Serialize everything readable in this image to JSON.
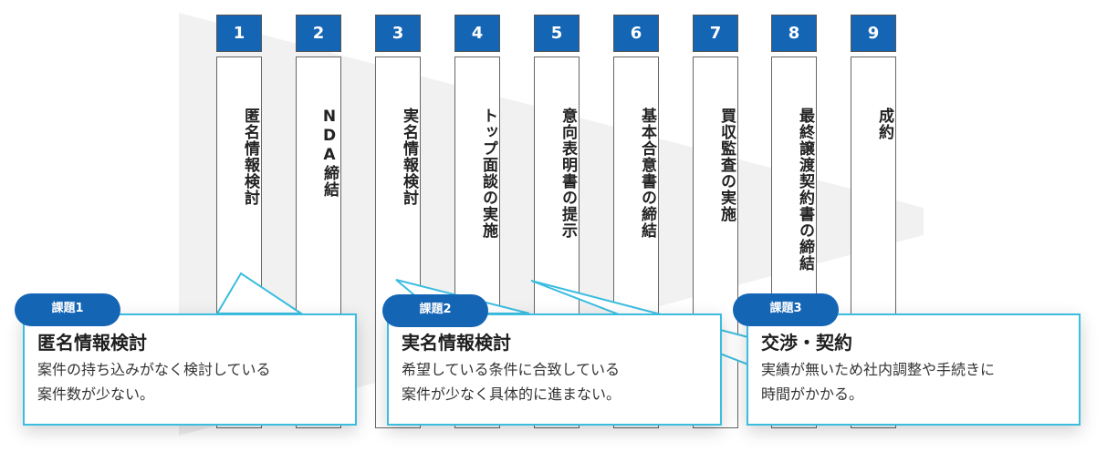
{
  "steps": [
    {
      "number": "1",
      "label": "匿名情報検討"
    },
    {
      "number": "2",
      "label": "NDA締結"
    },
    {
      "number": "3",
      "label": "実名情報検討"
    },
    {
      "number": "4",
      "label": "トップ面談の実施"
    },
    {
      "number": "5",
      "label": "意向表明書の提示"
    },
    {
      "number": "6",
      "label": "基本合意書の締結"
    },
    {
      "number": "7",
      "label": "買収監査の実施"
    },
    {
      "number": "8",
      "label": "最終譲渡契約書の締結"
    },
    {
      "number": "9",
      "label": "成約"
    }
  ],
  "issues": [
    {
      "badge": "課題1",
      "title": "匿名情報検討",
      "desc_line1": "案件の持ち込みがなく検討している",
      "desc_line2": "案件数が少ない。"
    },
    {
      "badge": "課題2",
      "title": "実名情報検討",
      "desc_line1": "希望している条件に合致している",
      "desc_line2": "案件が少なく具体的に進まない。"
    },
    {
      "badge": "課題3",
      "title": "交渉・契約",
      "desc_line1": "実績が無いため社内調整や手続きに",
      "desc_line2": "時間がかかる。"
    }
  ],
  "colors": {
    "step_blue": "#1565b5",
    "callout_border": "#3bbde0",
    "background_shape": "#f1f1f1"
  }
}
